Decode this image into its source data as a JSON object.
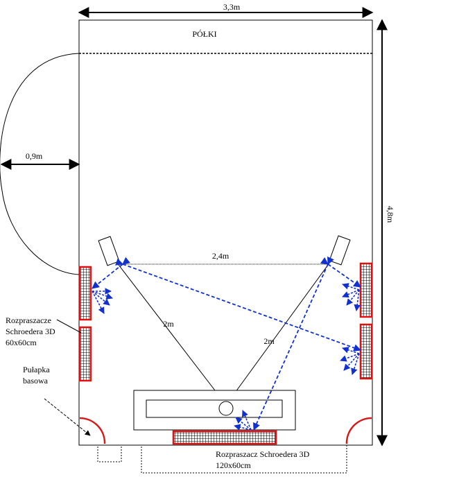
{
  "dimensions": {
    "width_label": "3,3m",
    "height_label": "4,8m",
    "door_clearance_label": "0,9m",
    "speaker_spacing_label": "2,4m",
    "left_listening_distance_label": "2m",
    "right_listening_distance_label": "2m"
  },
  "labels": {
    "shelves": "PÓŁKI",
    "side_diffusers_line1": "Rozpraszacze",
    "side_diffusers_line2": "Schroedera 3D",
    "side_diffusers_line3": "60x60cm",
    "bass_trap_line1": "Pułapka",
    "bass_trap_line2": "basowa",
    "rear_diffuser_line1": "Rozpraszacz Schroedera 3D",
    "rear_diffuser_line2": "120x60cm"
  },
  "colors": {
    "walls": "#000000",
    "diffuser_border": "#e01010",
    "bass_trap": "#d81818",
    "reflection_arrow": "#1030d0"
  }
}
